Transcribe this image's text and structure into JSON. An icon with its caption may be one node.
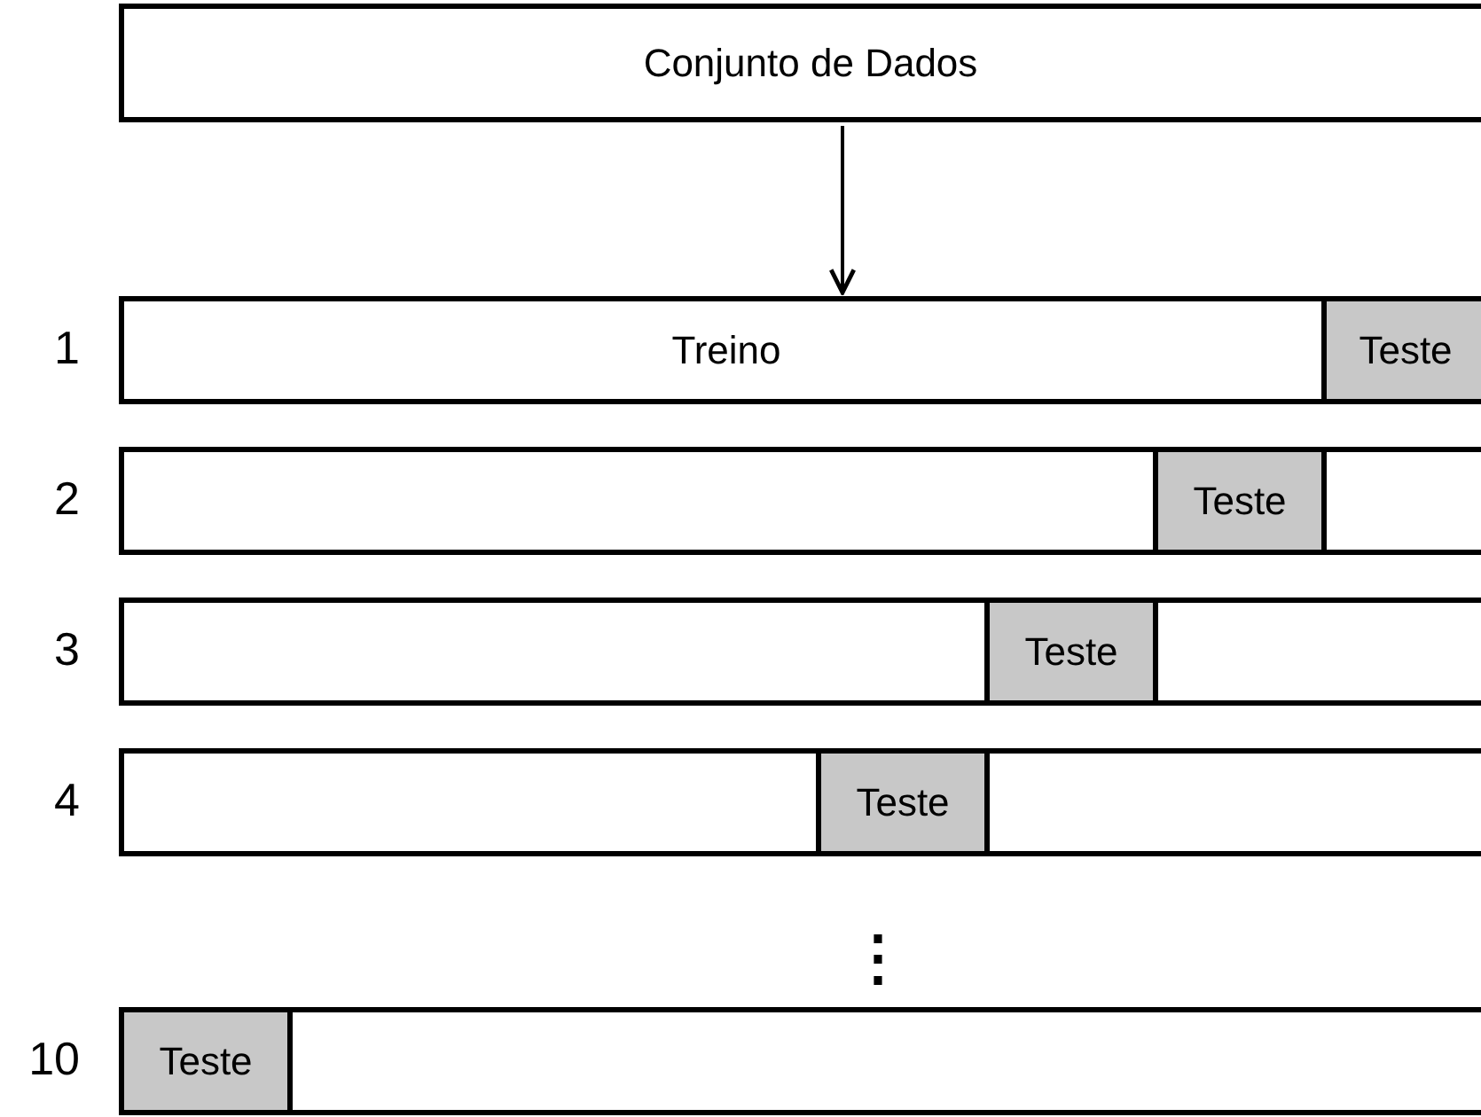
{
  "diagram": {
    "nodes": [
      {
        "text": [
          "Conjunto de Dados"
        ]
      },
      {
        "text": [
          "Treino"
        ],
        "beside": [
          "1"
        ]
      },
      {
        "text": [
          "Teste"
        ],
        "in": 1
      },
      {
        "text": [],
        "shape": "bar",
        "beside": [
          "2"
        ]
      },
      {
        "text": [
          "Teste"
        ],
        "in": 3
      },
      {
        "text": [],
        "shape": "bar",
        "beside": [
          "3"
        ]
      },
      {
        "text": [
          "Teste"
        ],
        "in": 5
      },
      {
        "text": [],
        "shape": "bar",
        "beside": [
          "4"
        ]
      },
      {
        "text": [
          "Teste"
        ],
        "in": 7
      },
      {
        "text": [],
        "shape": "bar",
        "beside": [
          "10"
        ]
      },
      {
        "text": [
          "Teste"
        ],
        "in": 9
      }
    ],
    "edges": [
      {
        "from": 0,
        "to": 1,
        "arrow": "to"
      }
    ],
    "labels": [
      "⋮"
    ]
  }
}
